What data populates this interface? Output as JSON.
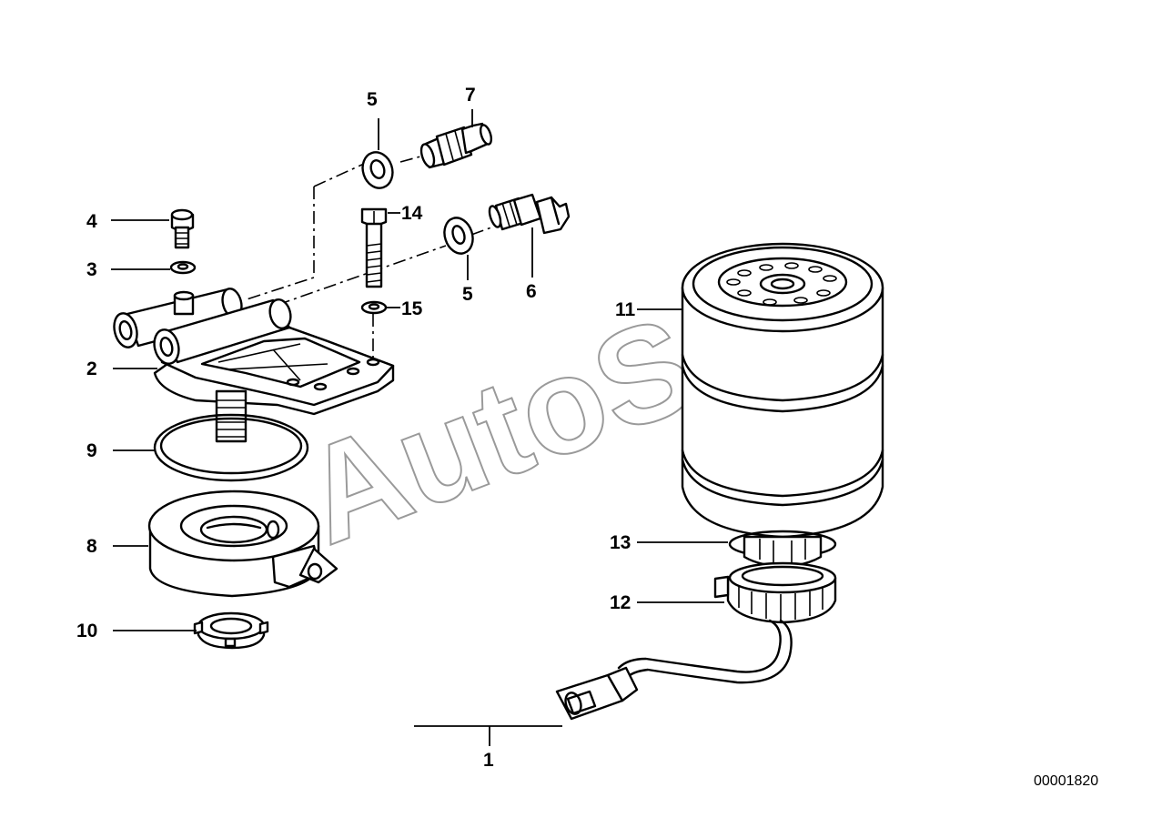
{
  "callouts": {
    "c1": "1",
    "c2": "2",
    "c3": "3",
    "c4": "4",
    "c5a": "5",
    "c5b": "5",
    "c6": "6",
    "c7": "7",
    "c8": "8",
    "c9": "9",
    "c10": "10",
    "c11": "11",
    "c12": "12",
    "c13": "13",
    "c14": "14",
    "c15": "15"
  },
  "watermark": "AutoSoft",
  "reference_number": "00001820",
  "colors": {
    "ink": "#000000",
    "watermark_outline": "#9a9a9a",
    "paper": "#ffffff"
  }
}
